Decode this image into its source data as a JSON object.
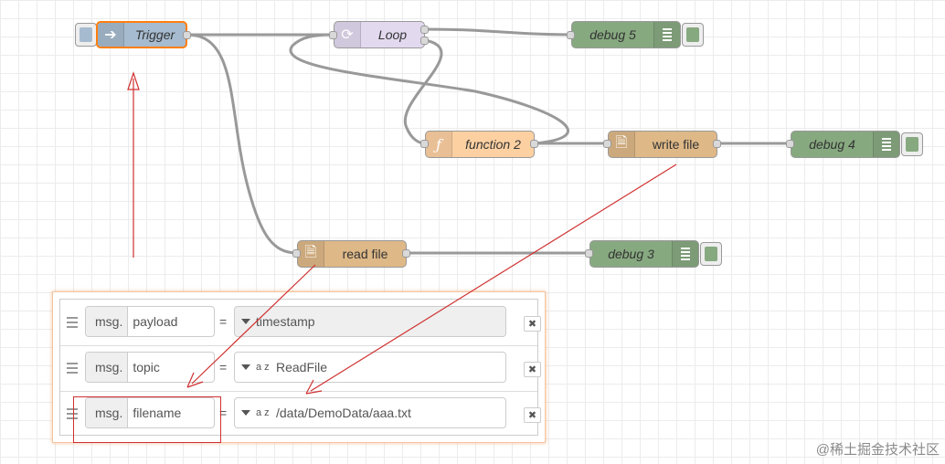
{
  "nodes": {
    "trigger": {
      "label": "Trigger",
      "color": "#a6bbcf",
      "icon": "inject-arrow-icon"
    },
    "loop": {
      "label": "Loop",
      "color": "#e2d9ef",
      "icon": "loop-icon"
    },
    "debug5": {
      "label": "debug 5",
      "color": "#87a980",
      "icon": "list-icon"
    },
    "function2": {
      "label": "function 2",
      "color": "#fdd0a2",
      "icon": "function-icon",
      "glyph": "ƒ"
    },
    "writefile": {
      "label": "write file",
      "color": "#deb887",
      "icon": "file-out-icon"
    },
    "debug4": {
      "label": "debug 4",
      "color": "#87a980",
      "icon": "list-icon"
    },
    "readfile": {
      "label": "read file",
      "color": "#deb887",
      "icon": "file-in-icon"
    },
    "debug3": {
      "label": "debug 3",
      "color": "#87a980",
      "icon": "list-icon"
    }
  },
  "panel": {
    "rows": [
      {
        "prefix": "msg.",
        "property": "payload",
        "operator": "=",
        "type_icon": "",
        "value": "timestamp"
      },
      {
        "prefix": "msg.",
        "property": "topic",
        "operator": "=",
        "type_icon": "a z",
        "value": "ReadFile"
      },
      {
        "prefix": "msg.",
        "property": "filename",
        "operator": "=",
        "type_icon": "a z",
        "value": "/data/DemoData/aaa.txt"
      }
    ],
    "delete_glyph": "✖"
  },
  "annotation_color": "#d03030",
  "watermark": "@稀土掘金技术社区"
}
